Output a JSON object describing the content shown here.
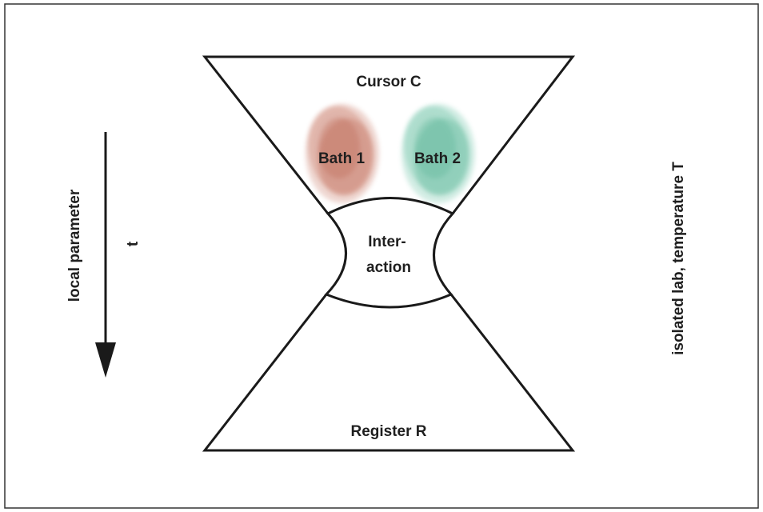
{
  "labels": {
    "cursor": "Cursor C",
    "bath1": "Bath 1",
    "bath2": "Bath 2",
    "interaction_line1": "Inter-",
    "interaction_line2": "action",
    "register": "Register R",
    "local_parameter": "local parameter",
    "time_symbol": "t",
    "lab": "isolated lab, temperature T"
  },
  "colors": {
    "stroke": "#1a1a1a",
    "bath1": "#c97a68",
    "bath2": "#6cc2a6",
    "frame": "#333333",
    "text": "#1f1f1f"
  }
}
